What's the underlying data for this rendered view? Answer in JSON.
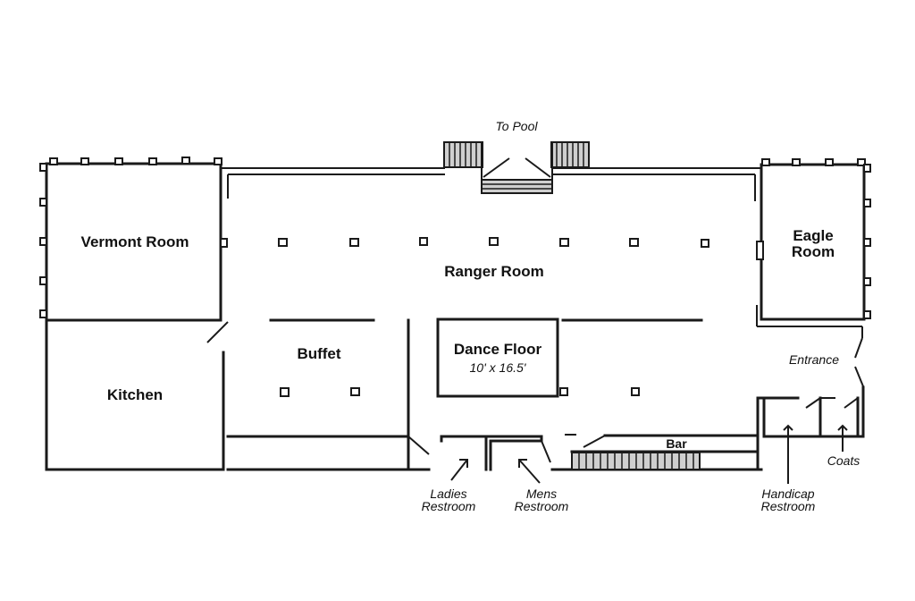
{
  "rooms": {
    "vermont": "Vermont Room",
    "kitchen": "Kitchen",
    "ranger": "Ranger Room",
    "buffet": "Buffet",
    "dance_floor": "Dance Floor",
    "dance_floor_size": "10' x 16.5'",
    "eagle_line1": "Eagle",
    "eagle_line2": "Room",
    "bar": "Bar"
  },
  "labels": {
    "to_pool": "To Pool",
    "entrance": "Entrance",
    "coats": "Coats",
    "ladies_line1": "Ladies",
    "ladies_line2": "Restroom",
    "mens_line1": "Mens",
    "mens_line2": "Restroom",
    "handicap_line1": "Handicap",
    "handicap_line2": "Restroom"
  }
}
